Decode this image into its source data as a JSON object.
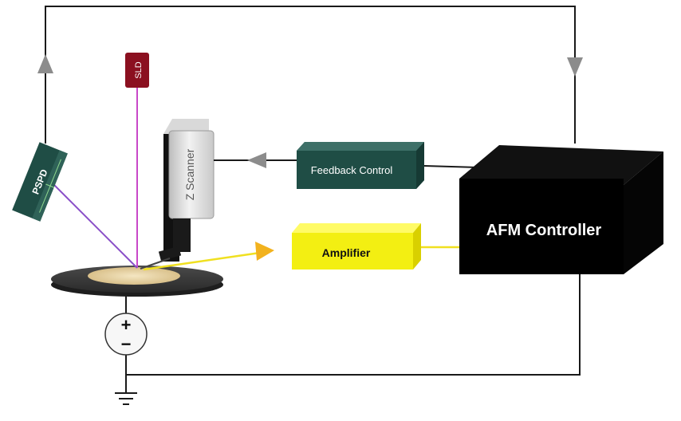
{
  "diagram": {
    "labels": {
      "sld": "SLD",
      "pspd": "PSPD",
      "z_scanner": "Z Scanner",
      "feedback_control": "Feedback Control",
      "amplifier": "Amplifier",
      "afm_controller": "AFM Controller",
      "plus": "+",
      "minus": "−"
    },
    "colors": {
      "wire": "#1a1a1a",
      "teal_box": "#1f4d45",
      "teal_box_top": "#3e7068",
      "amplifier": "#f3ef12",
      "amplifier_top": "#fffb66",
      "afm_box": "#000000",
      "sld": "#8b1020",
      "laser_incident": "#c848c8",
      "laser_reflected": "#8a4fc8",
      "signal_line": "#f0e020",
      "arrow_gray": "#8c8c8c",
      "arrow_orange": "#f2b21e",
      "stage_disk": "#3a3a3a",
      "sample": "#e8d6a8"
    },
    "icons": [
      "arrow-up-icon",
      "arrow-down-icon",
      "arrow-left-icon",
      "arrow-right-icon",
      "ground-icon",
      "voltage-source-icon"
    ]
  }
}
